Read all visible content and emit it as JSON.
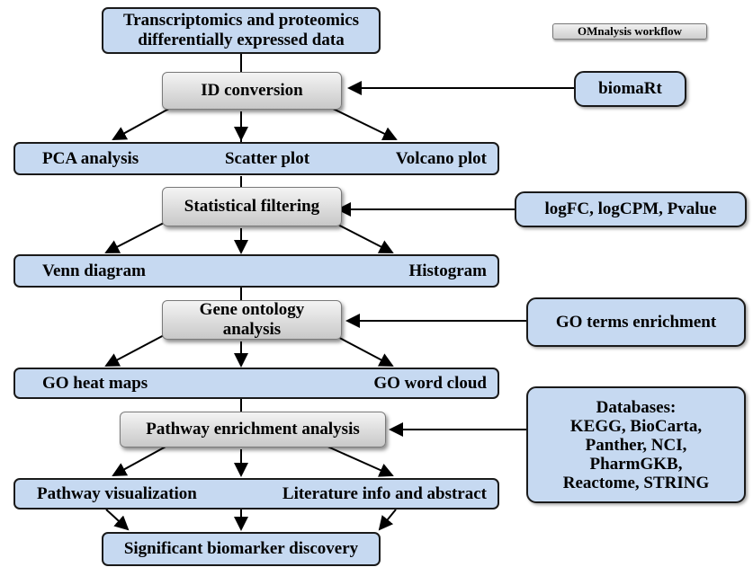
{
  "workflow_label": "OMnalysis workflow",
  "input": {
    "line1": "Transcriptomics and proteomics",
    "line2": "differentially expressed data"
  },
  "steps": {
    "id_conversion": "ID conversion",
    "statistical_filtering": "Statistical filtering",
    "gene_ontology": {
      "line1": "Gene ontology",
      "line2": "analysis"
    },
    "pathway_enrichment": "Pathway enrichment analysis"
  },
  "outputs": {
    "row1": [
      "PCA analysis",
      "Scatter plot",
      "Volcano plot"
    ],
    "row2": [
      "Venn diagram",
      "Histogram"
    ],
    "row3": [
      "GO heat maps",
      "GO word cloud"
    ],
    "row4": [
      "Pathway visualization",
      "Literature info and abstract"
    ]
  },
  "final": "Significant biomarker discovery",
  "sources": {
    "biomart": "biomaRt",
    "filters": "logFC, logCPM, Pvalue",
    "go_terms": "GO terms enrichment",
    "databases": [
      "Databases:",
      "KEGG, BioCarta,",
      "Panther, NCI,",
      "PharmGKB,",
      "Reactome, STRING"
    ]
  }
}
